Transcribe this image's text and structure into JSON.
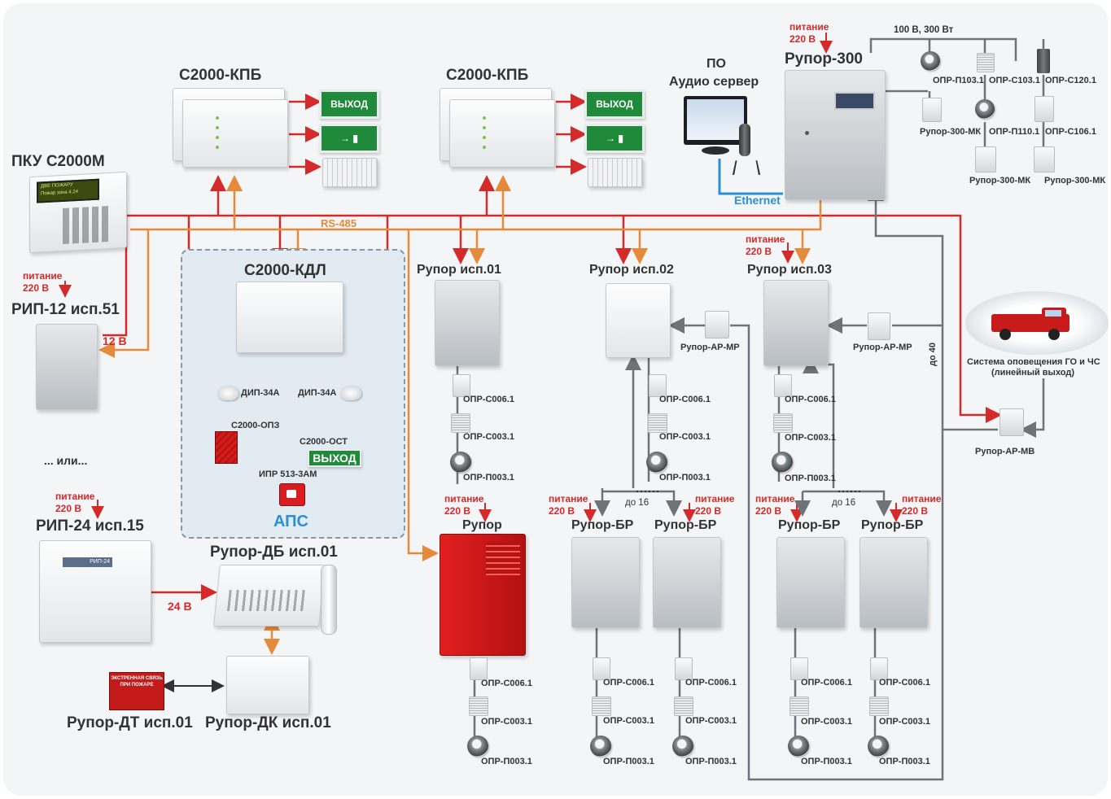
{
  "labels": {
    "pku": "ПКУ С2000М",
    "pku_screen1": "ДВЕ ПОЖАРУ",
    "pku_screen2": "Пожар зона 4.24",
    "kpb1": "С2000-КПБ",
    "kpb2": "С2000-КПБ",
    "exit": "ВЫХОД",
    "exit_sign_text": "ВЫХОД",
    "po": "ПО",
    "audio_server": "Аудио сервер",
    "ethernet": "Ethernet",
    "rupor300": "Рупор-300",
    "power_label": "питание",
    "power_220": "220 В",
    "power_100": "100 В, 300 Вт",
    "rs485": "RS-485",
    "rip12": "РИП-12 исп.51",
    "v12": "12 В",
    "or": "... или...",
    "rip24": "РИП-24 исп.15",
    "rip24_badge": "РИП-24",
    "v24": "24 В",
    "kdl": "С2000-КДЛ",
    "dip1": "ДИП-34А",
    "dip2": "ДИП-34А",
    "op3": "С2000-ОПЗ",
    "ost": "С2000-ОСТ",
    "ipr": "ИПР 513-3АМ",
    "aps": "АПС",
    "rupor01": "Рупор исп.01",
    "rupor02": "Рупор исп.02",
    "rupor03": "Рупор исп.03",
    "rupor": "Рупор",
    "rupor_db": "Рупор-ДБ исп.01",
    "rupor_dt": "Рупор-ДТ исп.01",
    "rupor_dk": "Рупор-ДК исп.01",
    "dt_text": "ЭКСТРЕННАЯ СВЯЗЬ ПРИ ПОЖАРЕ",
    "ar_mp1": "Рупор-АР-МР",
    "ar_mp2": "Рупор-АР-МР",
    "ar_mv": "Рупор-АР-МВ",
    "go_chs": "Система оповещения ГО и ЧС",
    "lin_out": "(линейный выход)",
    "do40": "до 40",
    "do16a": "до 16",
    "do16b": "до 16",
    "rupor_br": "Рупор-БР",
    "opr_s006": "ОПР-С006.1",
    "opr_s003": "ОПР-С003.1",
    "opr_p003": "ОПР-П003.1",
    "opr_p103": "ОПР-П103.1",
    "opr_s103": "ОПР-С103.1",
    "opr_s120": "ОПР-С120.1",
    "opr_p110": "ОПР-П110.1",
    "opr_s106": "ОПР-С106.1",
    "rupor300mk": "Рупор-300-МК"
  },
  "colors": {
    "interface_line": "#d42a2a",
    "rs485_line": "#e58a3a",
    "speaker_line": "#6e737a",
    "aps_loop": "#9bcf3f",
    "ethernet_line": "#2b8fd6",
    "exit_sign": "#1f8a3a",
    "rupor_red": "#d21b1b"
  },
  "icons": [
    "arrow-icon",
    "speaker-icon",
    "smoke-detector-icon",
    "manual-call-point-icon",
    "microphone-icon",
    "monitor-icon",
    "fire-truck-icon"
  ]
}
